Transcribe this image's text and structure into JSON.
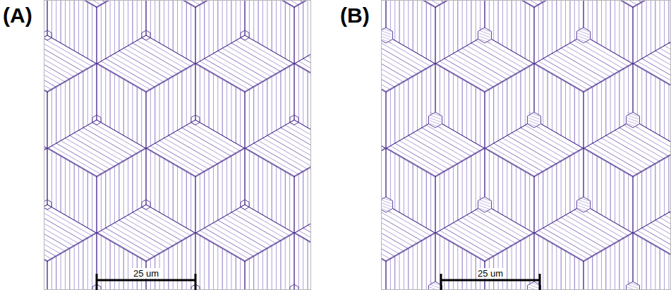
{
  "diagram": {
    "labels": [
      "(A)",
      "(B)",
      "25 um",
      "25 um"
    ]
  }
}
